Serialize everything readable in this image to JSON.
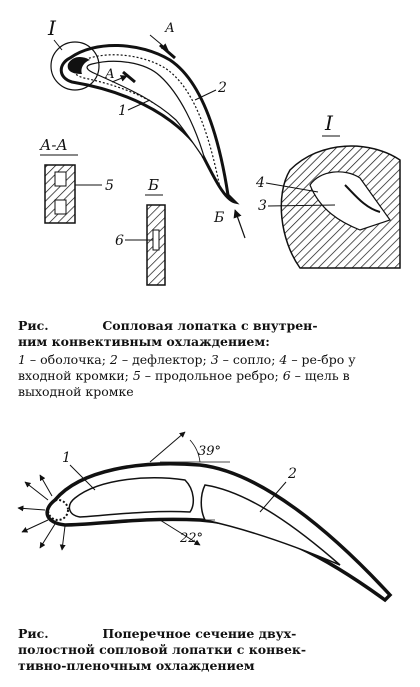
{
  "figure1": {
    "roman_label": "I",
    "section_marker": "А",
    "section_title": "А-А",
    "section_b_title": "Б",
    "arrow_b_label": "Б",
    "detail_label": "I",
    "callouts": [
      "1",
      "2",
      "3",
      "4",
      "5",
      "6"
    ],
    "caption": {
      "prefix": "Рис.",
      "title_line1": "Сопловая лопатка с внутрен-",
      "title_line2": "ним конвективным охлаждением:",
      "legend": [
        {
          "num": "1",
          "text": " – оболочка; "
        },
        {
          "num": "2",
          "text": " – дефлектор; "
        },
        {
          "num": "3",
          "text": " – сопло; "
        },
        {
          "num": "4",
          "text": " – ре-бро у входной кромки; "
        },
        {
          "num": "5",
          "text": " – продольное ребро; "
        },
        {
          "num": "6",
          "text": " – щель в выходной кромке"
        }
      ]
    }
  },
  "figure2": {
    "callouts": [
      "1",
      "2"
    ],
    "angle_top": "39°",
    "angle_bottom": "22°",
    "caption": {
      "prefix": "Рис.",
      "title_line1": "Поперечное сечение двух-",
      "title_line2": "полостной сопловой лопатки с конвек-",
      "title_line3": "тивно-пленочным охлаждением"
    }
  }
}
